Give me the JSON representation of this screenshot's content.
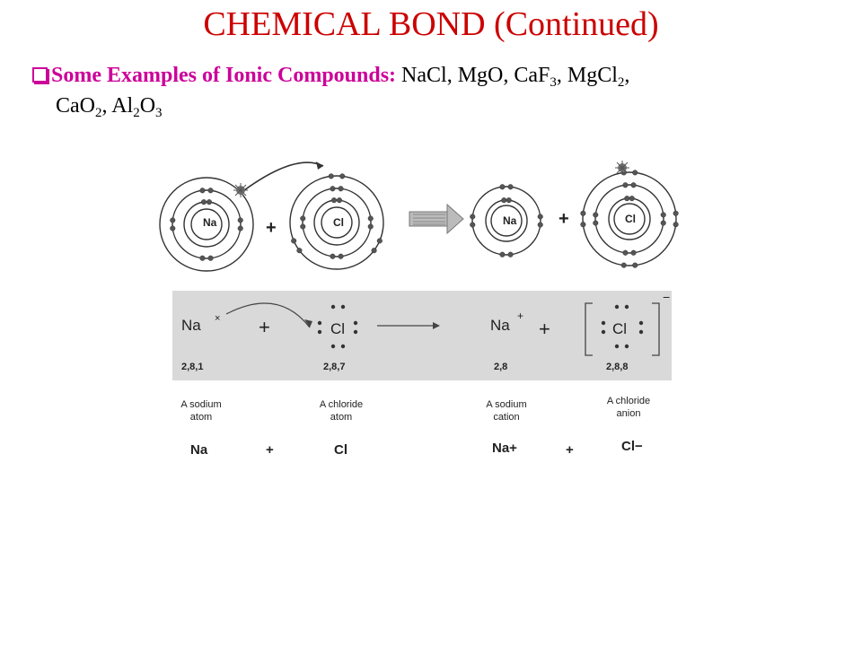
{
  "slide": {
    "title": "CHEMICAL BOND (Continued)"
  },
  "bullet": {
    "heading": "Some Examples of Ionic Compounds:",
    "formulas": [
      {
        "parts": [
          {
            "t": "NaCl"
          }
        ],
        "sep": ", "
      },
      {
        "parts": [
          {
            "t": "MgO"
          }
        ],
        "sep": ", "
      },
      {
        "parts": [
          {
            "t": "CaF"
          },
          {
            "s": "3"
          }
        ],
        "sep": ", "
      },
      {
        "parts": [
          {
            "t": "MgCl"
          },
          {
            "s": "2"
          }
        ],
        "sep": ","
      },
      {
        "parts": [
          {
            "t": "CaO"
          },
          {
            "s": "2"
          }
        ],
        "sep": ", "
      },
      {
        "parts": [
          {
            "t": "Al"
          },
          {
            "s": "2"
          },
          {
            "t": "O"
          },
          {
            "s": "3"
          }
        ],
        "sep": ""
      }
    ]
  },
  "diagram": {
    "atoms": {
      "na_left": "Na",
      "cl_left": "Cl",
      "na_right": "Na",
      "cl_right": "Cl",
      "plus": "+"
    },
    "lewis": {
      "na": "Na",
      "na_cross": "×",
      "cl": "Cl",
      "na_ion": "Na",
      "na_charge": "+",
      "cl_ion": "Cl",
      "cl_charge": "−",
      "plus": "+",
      "config_na": "2,8,1",
      "config_cl": "2,8,7",
      "config_na_ion": "2,8",
      "config_cl_ion": "2,8,8"
    },
    "captions": {
      "sodium_atom": [
        "A sodium",
        "atom"
      ],
      "chloride_atom": [
        "A chloride",
        "atom"
      ],
      "sodium_cation": [
        "A sodium",
        "cation"
      ],
      "chloride_anion": [
        "A chloride",
        "anion"
      ]
    },
    "bottom": {
      "na": "Na",
      "plus1": "+",
      "cl": "Cl",
      "na_ion": "Na+",
      "plus2": "+",
      "cl_ion": "Cl−"
    }
  }
}
